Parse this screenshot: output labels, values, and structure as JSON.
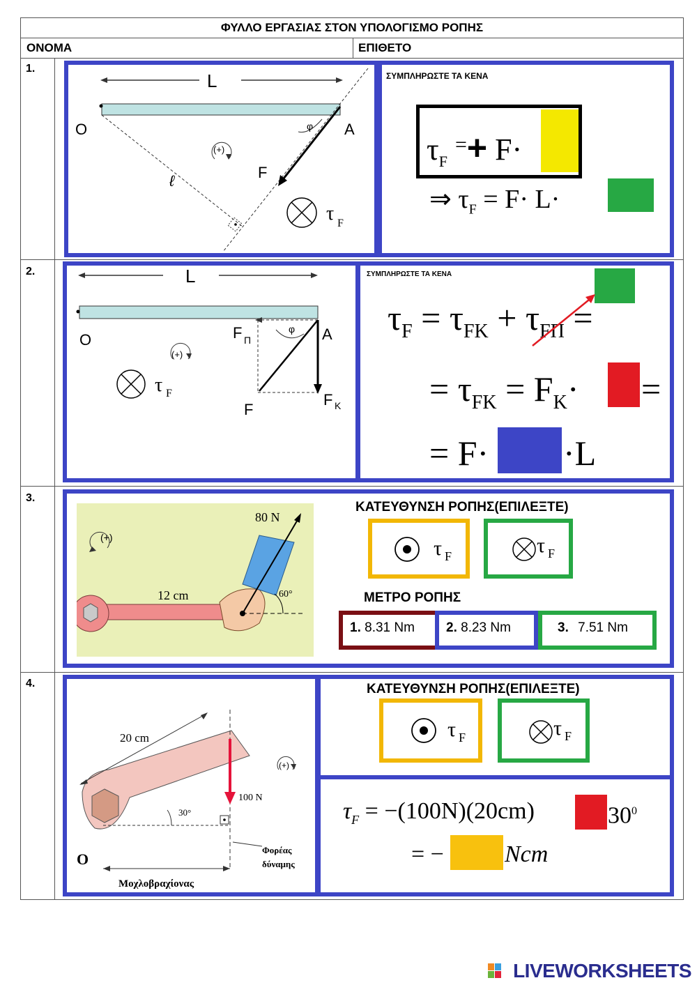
{
  "header": {
    "title": "ΦΥΛΛΟ ΕΡΓΑΣΙΑΣ ΣΤΟΝ ΥΠΟΛΟΓΙΣΜΟ ΡΟΠΗΣ",
    "name_label": "ΟΝΟΜΑ",
    "surname_label": "ΕΠΙΘΕΤΟ"
  },
  "rows": [
    {
      "number": "1."
    },
    {
      "number": "2."
    },
    {
      "number": "3."
    },
    {
      "number": "4."
    }
  ],
  "q1": {
    "instruction": "ΣΥΜΠΛΗΡΩΣΤΕ ΤΑ ΚΕΝΑ",
    "diagram": {
      "L": "L",
      "O": "O",
      "A": "A",
      "F": "F",
      "l": "ℓ",
      "phi": "φ",
      "plus": "(+)",
      "tau": "τ",
      "tau_sub": "F"
    },
    "line1": {
      "lhs": "τ",
      "lhs_sub": "F",
      "eq": "=",
      "plus": "+",
      "rhs": "F·"
    },
    "line2": {
      "arrow": "⇒",
      "lhs": "τ",
      "lhs_sub": "F",
      "rhs": "= F· L·"
    },
    "blank_colors": {
      "yellow": "#f4e800",
      "green": "#27a844"
    }
  },
  "q2": {
    "instruction": "ΣΥΜΠΛΗΡΩΣΤΕ ΤΑ ΚΕΝΑ",
    "diagram": {
      "L": "L",
      "O": "O",
      "A": "A",
      "F": "F",
      "FP": "F",
      "FP_sub": "Π",
      "FK": "F",
      "FK_sub": "Κ",
      "phi": "φ",
      "plus": "(+)",
      "tau": "τ",
      "tau_sub": "F"
    },
    "line1": {
      "tau": "τ",
      "sub_F": "F",
      "eq": "=",
      "tau_fk": "τ",
      "sub_fk": "FK",
      "plus": "+",
      "tau_fp": "τ",
      "sub_fp": "FΠ",
      "eq2": "="
    },
    "line2": {
      "eq": "=",
      "tau": "τ",
      "sub": "FK",
      "eq2": "=",
      "F": "F",
      "F_sub": "K",
      "dot": "·",
      "eq3": "="
    },
    "line3": {
      "eq": "= F·",
      "tail": "·L"
    },
    "blank_colors": {
      "green": "#27a844",
      "red": "#e21b23",
      "blue": "#3d45c6"
    }
  },
  "q3": {
    "direction_heading": "ΚΑΤΕΥΘΥΝΣΗ ΡΟΠΗΣ(ΕΠΙΛΕΞΤΕ)",
    "magnitude_heading": "ΜΕΤΡΟ ΡΟΠΗΣ",
    "figure": {
      "force": "80 N",
      "length": "12 cm",
      "angle": "60°",
      "plus": "(+)"
    },
    "direction_options": [
      {
        "symbol": "out",
        "label": "τ",
        "sub": "F",
        "color": "#f2b705"
      },
      {
        "symbol": "in",
        "label": "τ",
        "sub": "F",
        "color": "#27a844"
      }
    ],
    "magnitude_options": [
      {
        "num": "1.",
        "value": "8.31 Nm",
        "color": "#7a0f14"
      },
      {
        "num": "2.",
        "value": "8.23 Nm",
        "color": "#3d45c6"
      },
      {
        "num": "3.",
        "value": "7.51 Nm",
        "color": "#27a844"
      }
    ]
  },
  "q4": {
    "direction_heading": "ΚΑΤΕΥΘΥΝΣΗ ΡΟΠΗΣ(ΕΠΙΛΕΞΤΕ)",
    "figure": {
      "length": "20 cm",
      "force": "100 N",
      "angle": "30°",
      "O": "O",
      "lever": "Μοχλοβραχίονας",
      "line1": "Φορέας",
      "line2": "δύναμης",
      "plus": "(+)"
    },
    "direction_options": [
      {
        "symbol": "out",
        "label": "τ",
        "sub": "F",
        "color": "#f2b705"
      },
      {
        "symbol": "in",
        "label": "τ",
        "sub": "F",
        "color": "#27a844"
      }
    ],
    "formula": {
      "tau": "τ",
      "sub": "F",
      "expr": "= −(100N)(20cm)",
      "angle": "30",
      "deg": "0",
      "line2_pre": "= −",
      "line2_unit": "Ncm"
    },
    "blank_colors": {
      "red": "#e21b23",
      "yellow": "#f8c10e"
    }
  },
  "branding": {
    "logo": "LIVEWORKSHEETS"
  }
}
